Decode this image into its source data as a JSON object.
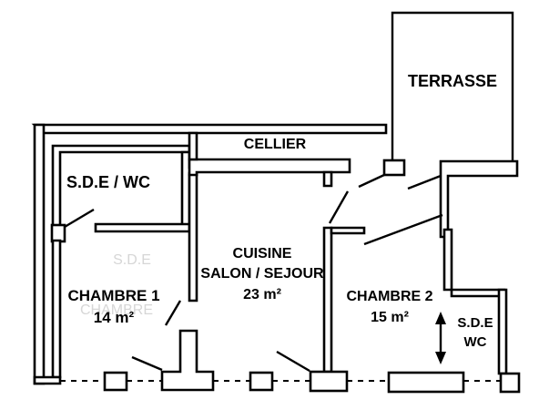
{
  "rooms": {
    "terrasse": {
      "label": "TERRASSE"
    },
    "cellier": {
      "label": "CELLIER"
    },
    "sde_wc_1": {
      "label": "S.D.E / WC"
    },
    "chambre_1": {
      "label": "CHAMBRE 1",
      "area": "14 m²"
    },
    "cuisine": {
      "line1": "CUISINE",
      "line2": "SALON / SEJOUR",
      "area": "23 m²"
    },
    "chambre_2": {
      "label": "CHAMBRE 2",
      "area": "15 m²"
    },
    "sde_wc_2": {
      "line1": "S.D.E",
      "line2": "WC"
    }
  },
  "colors": {
    "line": "#000000",
    "background": "#ffffff",
    "faint_text": "#d6d6d6"
  }
}
